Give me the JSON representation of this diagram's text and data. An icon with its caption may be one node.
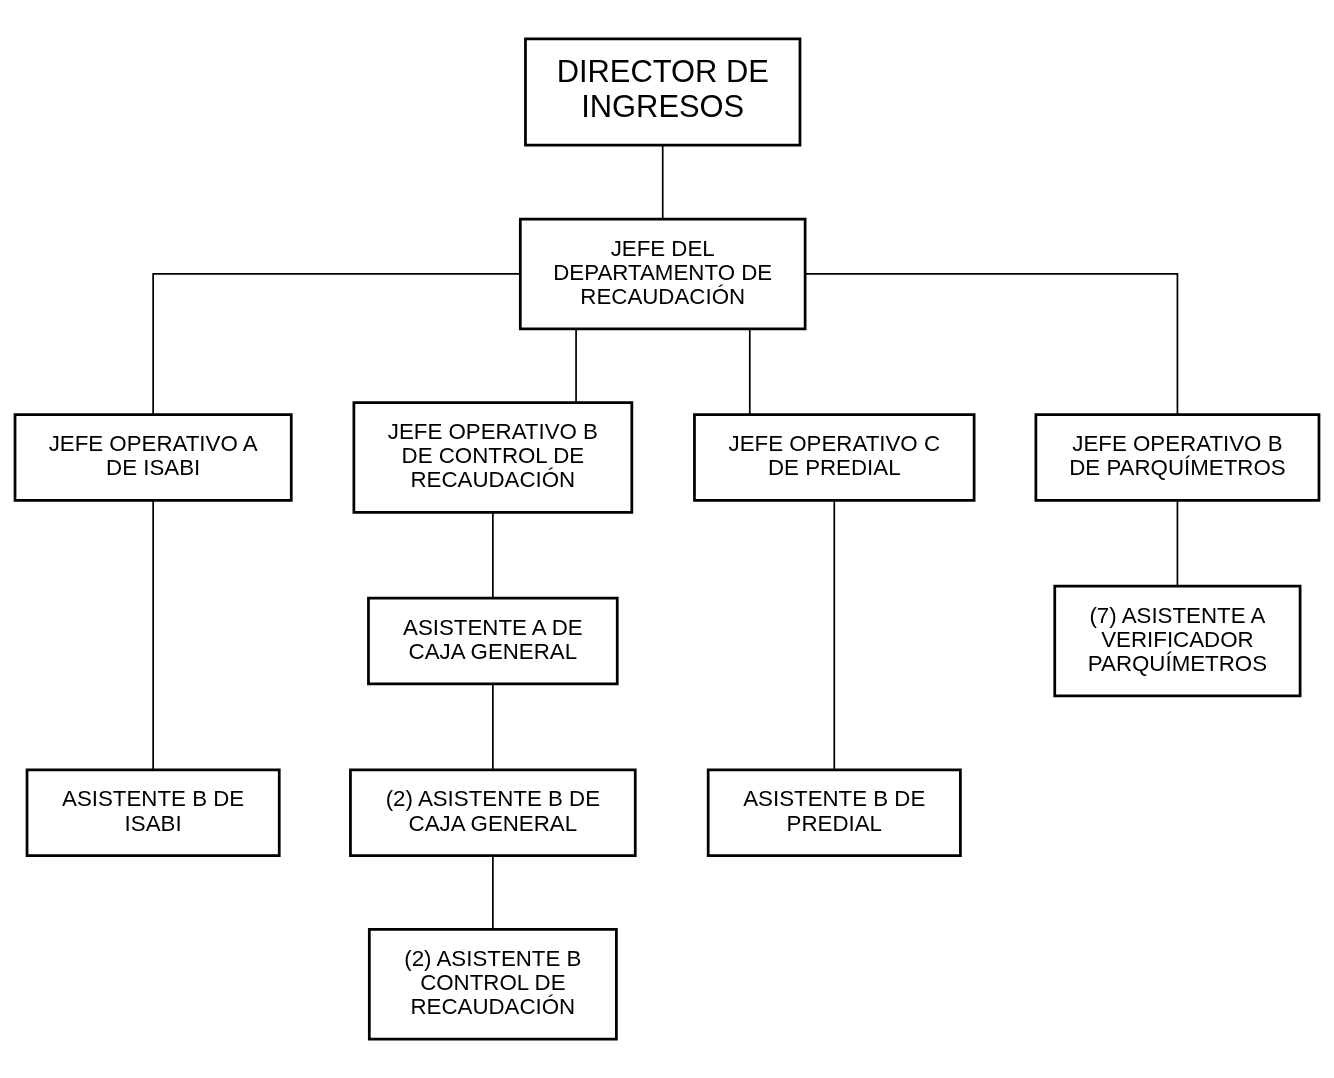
{
  "diagram": {
    "nodes": [
      {
        "text": [
          "DIRECTOR DE INGRESOS"
        ]
      },
      {
        "text": [
          "JEFE DEL DEPARTAMENTO DE RECAUDACIÓN"
        ]
      },
      {
        "text": [
          "JEFE OPERATIVO A DE ISABI"
        ]
      },
      {
        "text": [
          "JEFE OPERATIVO B DE CONTROL DE RECAUDACIÓN"
        ]
      },
      {
        "text": [
          "JEFE OPERATIVO C DE PREDIAL"
        ]
      },
      {
        "text": [
          "JEFE OPERATIVO B DE PARQUÍMETROS"
        ]
      },
      {
        "text": [
          "ASISTENTE A DE CAJA GENERAL"
        ]
      },
      {
        "text": [
          "(7) ASISTENTE A VERIFICADOR PARQUÍMETROS"
        ]
      },
      {
        "text": [
          "ASISTENTE B DE ISABI"
        ]
      },
      {
        "text": [
          "(2) ASISTENTE B DE CAJA GENERAL"
        ]
      },
      {
        "text": [
          "ASISTENTE B DE PREDIAL"
        ]
      },
      {
        "text": [
          "(2) ASISTENTE B CONTROL DE RECAUDACIÓN"
        ]
      }
    ],
    "edges": [
      {
        "from": 0,
        "to": 1,
        "arrow": "none"
      },
      {
        "from": 1,
        "to": 2,
        "arrow": "none"
      },
      {
        "from": 1,
        "to": 3,
        "arrow": "none"
      },
      {
        "from": 1,
        "to": 4,
        "arrow": "none"
      },
      {
        "from": 1,
        "to": 5,
        "arrow": "none"
      },
      {
        "from": 2,
        "to": 8,
        "arrow": "none"
      },
      {
        "from": 3,
        "to": 6,
        "arrow": "none"
      },
      {
        "from": 6,
        "to": 9,
        "arrow": "none"
      },
      {
        "from": 9,
        "to": 11,
        "arrow": "none"
      },
      {
        "from": 4,
        "to": 10,
        "arrow": "none"
      },
      {
        "from": 5,
        "to": 7,
        "arrow": "none"
      }
    ]
  }
}
